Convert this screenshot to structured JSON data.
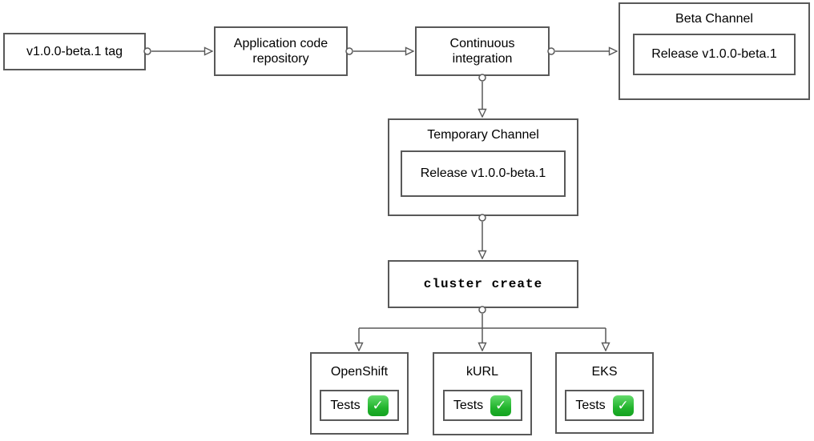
{
  "diagram": {
    "nodes": {
      "tag": {
        "label": "v1.0.0-beta.1 tag"
      },
      "app_repo": {
        "label": "Application code repository"
      },
      "ci": {
        "label": "Continuous integration"
      },
      "beta_channel": {
        "title": "Beta Channel",
        "release_label": "Release v1.0.0-beta.1"
      },
      "temporary_channel": {
        "title": "Temporary Channel",
        "release_label": "Release v1.0.0-beta.1"
      },
      "cluster_create": {
        "command": "cluster create"
      },
      "distributions": [
        {
          "title": "OpenShift",
          "tests_label": "Tests",
          "status_icon": "check-mark-button-emoji"
        },
        {
          "title": "kURL",
          "tests_label": "Tests",
          "status_icon": "check-mark-button-emoji"
        },
        {
          "title": "EKS",
          "tests_label": "Tests",
          "status_icon": "check-mark-button-emoji"
        }
      ]
    },
    "icons": {
      "check_glyph": "✓"
    },
    "colors": {
      "border": "#595959",
      "line": "#595959",
      "background": "#ffffff",
      "text": "#000000",
      "check_green": "#22b42d"
    }
  }
}
